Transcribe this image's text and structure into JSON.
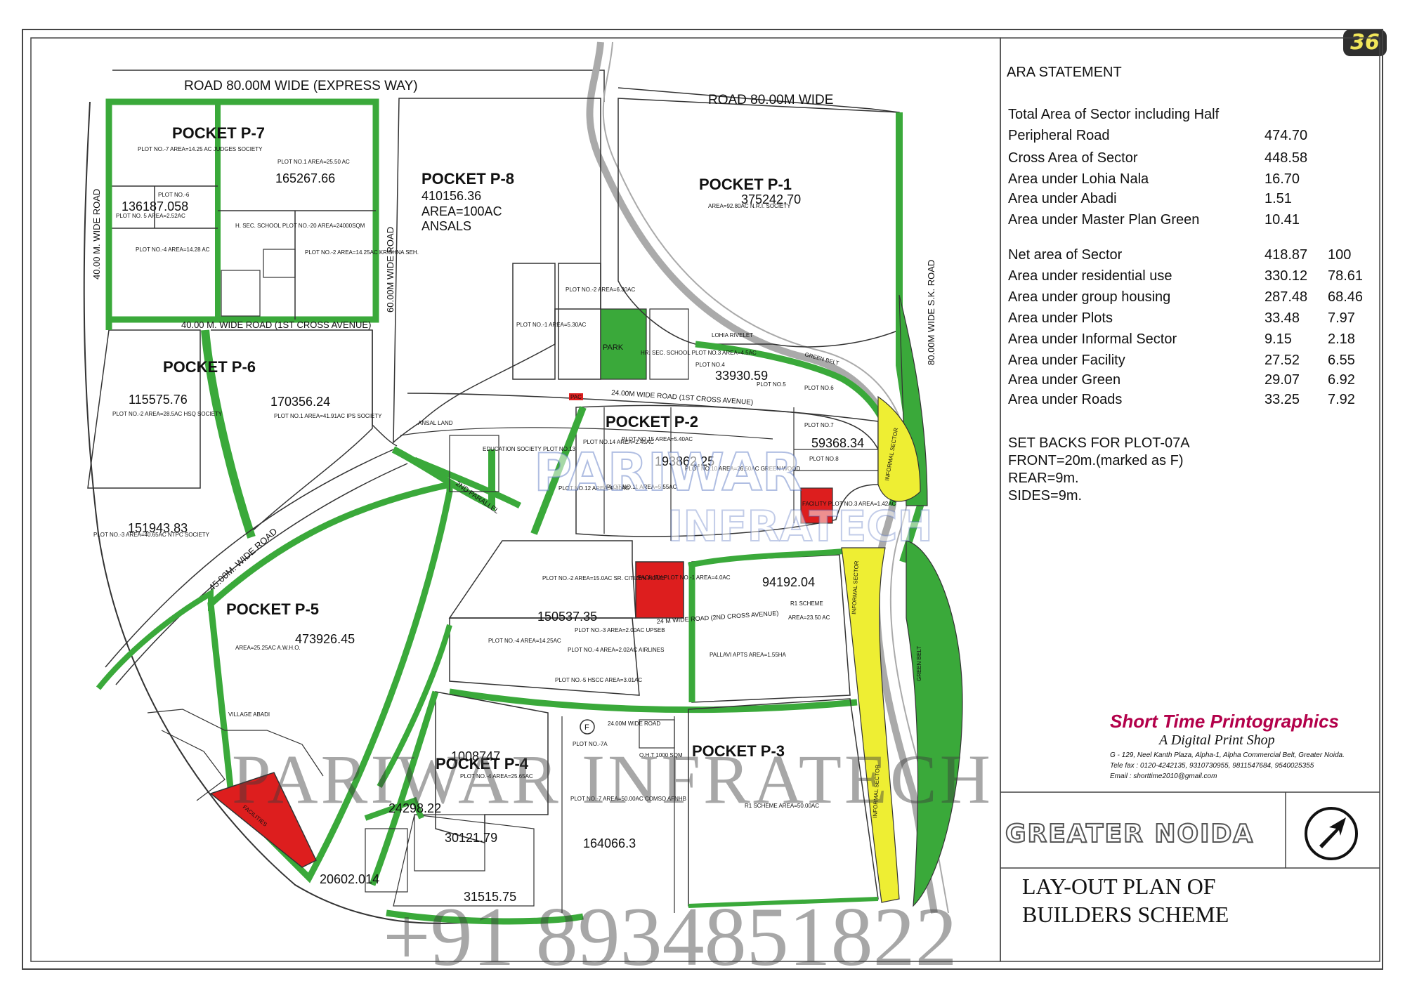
{
  "sheet_number": "36",
  "roads": {
    "expressway": "ROAD 80.00M WIDE (EXPRESS WAY)",
    "road80": "ROAD 80.00M WIDE",
    "road40_wide": "40.00 M. WIDE ROAD",
    "road40_cross": "40.00 M. WIDE ROAD (1ST CROSS AVENUE)",
    "road60": "60.00M WIDE ROAD",
    "road80_sk": "80.00M WIDE S.K. ROAD",
    "road45": "45.00M. WIDE ROAD",
    "road24_1st_cross": "24.00M WIDE ROAD (1ST CROSS AVENUE)",
    "road24_2nd_cross": "24 M WIDE ROAD (2ND CROSS AVENUE)",
    "road24_wide": "24.00M WIDE ROAD",
    "lohia_rivelet": "LOHIA RIVELET",
    "green_belt": "GREEN BELT",
    "informal_sector": "INFORMAL SECTOR",
    "park": "PARK",
    "ansal_land": "ANSAL LAND",
    "parallel": "2ND PARALLEL"
  },
  "pockets": [
    {
      "name": "POCKET P-7"
    },
    {
      "name": "POCKET P-8",
      "value": "410156.36",
      "area": "AREA=100AC",
      "owner": "ANSALS"
    },
    {
      "name": "POCKET P-1",
      "value": "375242.70"
    },
    {
      "name": "POCKET P-6"
    },
    {
      "name": "POCKET P-2"
    },
    {
      "name": "POCKET P-5",
      "value": "473926.45"
    },
    {
      "name": "POCKET P-4"
    },
    {
      "name": "POCKET P-3"
    }
  ],
  "values": {
    "p7_plot1": "165267.66",
    "p7_plot6": "136187.058",
    "p6_plot2": "115575.76",
    "p6_plot1": "170356.24",
    "p6_plot3": "151943.83",
    "p2_plot4": "33930.59",
    "p2_plot7": "59368.34",
    "p2_plot10": "193862.25",
    "mid_plot2": "150537.35",
    "r1_scheme": "94192.04",
    "p4_a": "1008747",
    "p4_b": "24298.22",
    "p4_c": "30121.79",
    "p4_d": "20602.014",
    "p4_e": "31515.75",
    "p3_value": "164066.3"
  },
  "labels": {
    "p7_plot7": "PLOT NO.-7 AREA=14.25 AC JUDGES SOCIETY",
    "p7_plot1": "PLOT NO.1 AREA=25.50 AC",
    "p7_plot5": "PLOT NO. 5 AREA=2.52AC",
    "p7_plot6": "PLOT NO.-6",
    "p7_school": "H. SEC. SCHOOL PLOT NO.-20 AREA=24000SQM",
    "p7_plot4": "PLOT NO.-4 AREA=14.28 AC",
    "p7_plot2": "PLOT NO.-2 AREA=14.25AC KRISHNA SEH.",
    "p1_nri": "AREA=92.80AC N.R.I. SOCIETY",
    "p6_plot2": "PLOT NO.-2 AREA=28.5AC HSQ SOCIETY",
    "p6_plot1": "PLOT NO.1 AREA=41.91AC IPS SOCIETY",
    "p6_plot3": "PLOT NO.-3 AREA=40.65AC NTPC SOCIETY",
    "p5_awho": "AREA=25.25AC A.W.H.O.",
    "village": "VILLAGE ABADI",
    "p8_plot1": "PLOT NO.-1 AREA=5.30AC",
    "p8_plot2": "PLOT NO.-2 AREA=6.30AC",
    "school3": "HR. SEC. SCHOOL PLOT NO.3 AREA=4.5AC",
    "p2_plot4": "PLOT NO.4",
    "p2_plot5": "PLOT NO.5",
    "p2_plot6": "PLOT NO.6",
    "p2_plot7": "PLOT NO.7",
    "p2_plot8": "PLOT NO.8",
    "edu_society": "EDUCATION SOCIETY PLOT NO.13",
    "p2_plot14": "PLOT NO.14 AREA=2.45AC",
    "p2_plot15": "PLOT NO.15 AREA=5.40AC",
    "p2_plot10": "PLOT NO.10 AREA=26.50AC GREEN WOOD",
    "p2_plot12": "PLOT NO.12 AREA=5.30AC",
    "p2_plot11": "PLOT NO.11 AREA=5.55AC",
    "facility3": "FACILITY PLOT NO.3 AREA=1.42AC",
    "facility1": "FACILITY PLOT NO.-1 AREA=4.0AC",
    "citizen_home": "PLOT NO.-2 AREA=15.0AC SR. CITIZEN HOME",
    "mid_plot4": "PLOT NO.-4 AREA=14.25AC",
    "upseb": "PLOT NO.-3 AREA=2.00AC UPSEB",
    "airlines": "PLOT NO.-4 AREA=2.02AC AIRLINES",
    "hscc": "PLOT NO.-5 HSCC AREA=3.01AC",
    "r1_a": "R1 SCHEME",
    "r1_a_area": "AREA=23.50 AC",
    "pallavi": "PALLAVI APTS AREA=1.55HA",
    "plot7a": "PLOT NO.-7A",
    "oht": "O.H.T 1000 SQM",
    "p4_plot4": "PLOT NO.-4 AREA=25.65AC",
    "comso": "PLOT NO.-7 AREA=50.00AC COMSO AFNHB",
    "r1_b": "R1 SCHEME AREA=50.00AC",
    "fac_label": "FACILITIES",
    "pac": "PAC",
    "f_marker": "F"
  },
  "statement": {
    "heading": "ARA STATEMENT",
    "rows": [
      {
        "label": "Total Area of Sector including Half",
        "v1": "",
        "v2": ""
      },
      {
        "label": "Peripheral Road",
        "v1": "474.70",
        "v2": ""
      },
      {
        "label": "Cross Area of Sector",
        "v1": "448.58",
        "v2": ""
      },
      {
        "label": "Area under Lohia Nala",
        "v1": "16.70",
        "v2": ""
      },
      {
        "label": "Area under Abadi",
        "v1": "1.51",
        "v2": ""
      },
      {
        "label": "Area under Master Plan Green",
        "v1": "10.41",
        "v2": ""
      },
      {
        "label": "Net area of Sector",
        "v1": "418.87",
        "v2": "100"
      },
      {
        "label": "Area under residential use",
        "v1": "330.12",
        "v2": "78.61"
      },
      {
        "label": "Area under group housing",
        "v1": "287.48",
        "v2": "68.46"
      },
      {
        "label": "Area under Plots",
        "v1": "33.48",
        "v2": "7.97"
      },
      {
        "label": "Area under Informal Sector",
        "v1": "9.15",
        "v2": "2.18"
      },
      {
        "label": "Area under Facility",
        "v1": "27.52",
        "v2": "6.55"
      },
      {
        "label": "Area under Green",
        "v1": "29.07",
        "v2": "6.92"
      },
      {
        "label": "Area under Roads",
        "v1": "33.25",
        "v2": "7.92"
      }
    ],
    "setbacks": [
      "SET BACKS FOR PLOT-07A",
      "FRONT=20m.(marked as F)",
      "REAR=9m.",
      "SIDES=9m."
    ]
  },
  "printer": {
    "name": "Short Time Printographics",
    "tagline": "A Digital Print Shop",
    "address": "G - 129, Neel Kanth Plaza, Alpha-1, Alpha Commercial Belt, Greater Noida.",
    "phone": "Tele fax : 0120-4242135, 9310730955, 9811547684, 9540025355",
    "email": "Email : shorttime2010@gmail.com"
  },
  "city": "GREATER NOIDA",
  "plan_title_line1": "LAY-OUT PLAN OF",
  "plan_title_line2": "BUILDERS SCHEME",
  "watermark": {
    "name": "PARIWAR INFRATECH",
    "phone": "+91 8934851822",
    "logo_top": "PARIWAR",
    "logo_sub": "INFRATECH"
  },
  "colors": {
    "green": "#3aa93a",
    "red": "#dd1e1e",
    "yellow": "#eeee33",
    "outline": "#222222",
    "arrow": "#e04a3a"
  }
}
